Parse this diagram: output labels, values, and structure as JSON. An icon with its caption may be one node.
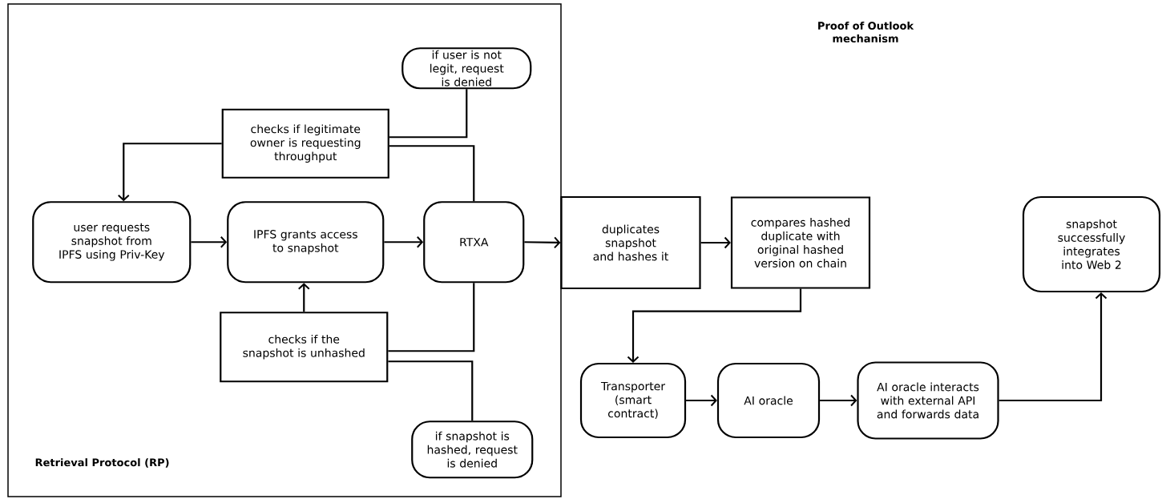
{
  "diagram": {
    "title": "Proof of Outlook mechanism",
    "nodes": [
      {
        "text": [
          "Retrieval Protocol (RP)"
        ]
      },
      {
        "text": [
          "if user is not legit, request is denied"
        ],
        "in": 0
      },
      {
        "text": [
          "checks if legitimate owner is requesting throughput"
        ],
        "in": 0
      },
      {
        "text": [
          "user requests snapshot from IPFS using Priv-Key"
        ],
        "in": 0
      },
      {
        "text": [
          "IPFS grants access to snapshot"
        ],
        "in": 0
      },
      {
        "text": [
          "RTXA"
        ],
        "in": 0
      },
      {
        "text": [
          "checks if the snapshot is unhashed"
        ],
        "in": 0
      },
      {
        "text": [
          "if snapshot is hashed, request is denied"
        ],
        "in": 0
      },
      {
        "text": [
          "duplicates snapshot and hashes it"
        ]
      },
      {
        "text": [
          "compares hashed duplicate with original hashed version on chain"
        ]
      },
      {
        "text": [
          "snapshot successfully integrates into Web 2"
        ]
      },
      {
        "text": [
          "Transporter (smart contract)"
        ]
      },
      {
        "text": [
          "AI oracle"
        ]
      },
      {
        "text": [
          "AI oracle interacts with external API and forwards data"
        ]
      }
    ],
    "edges": [
      {
        "from": 2,
        "to": 3,
        "arrow": "to"
      },
      {
        "from": 3,
        "to": 4,
        "arrow": "to"
      },
      {
        "from": 4,
        "to": 5,
        "arrow": "to"
      },
      {
        "from": 5,
        "to": 2,
        "arrow": "none"
      },
      {
        "from": 2,
        "to": 1,
        "arrow": "none"
      },
      {
        "from": 5,
        "to": 6,
        "arrow": "none"
      },
      {
        "from": 6,
        "to": 7,
        "arrow": "none"
      },
      {
        "from": 6,
        "to": 4,
        "arrow": "to"
      },
      {
        "from": 5,
        "to": 8,
        "arrow": "to"
      },
      {
        "from": 8,
        "to": 9,
        "arrow": "to"
      },
      {
        "from": 9,
        "to": 11,
        "arrow": "to"
      },
      {
        "from": 11,
        "to": 12,
        "arrow": "to"
      },
      {
        "from": 12,
        "to": 13,
        "arrow": "to"
      },
      {
        "from": 13,
        "to": 10,
        "arrow": "to"
      }
    ]
  }
}
